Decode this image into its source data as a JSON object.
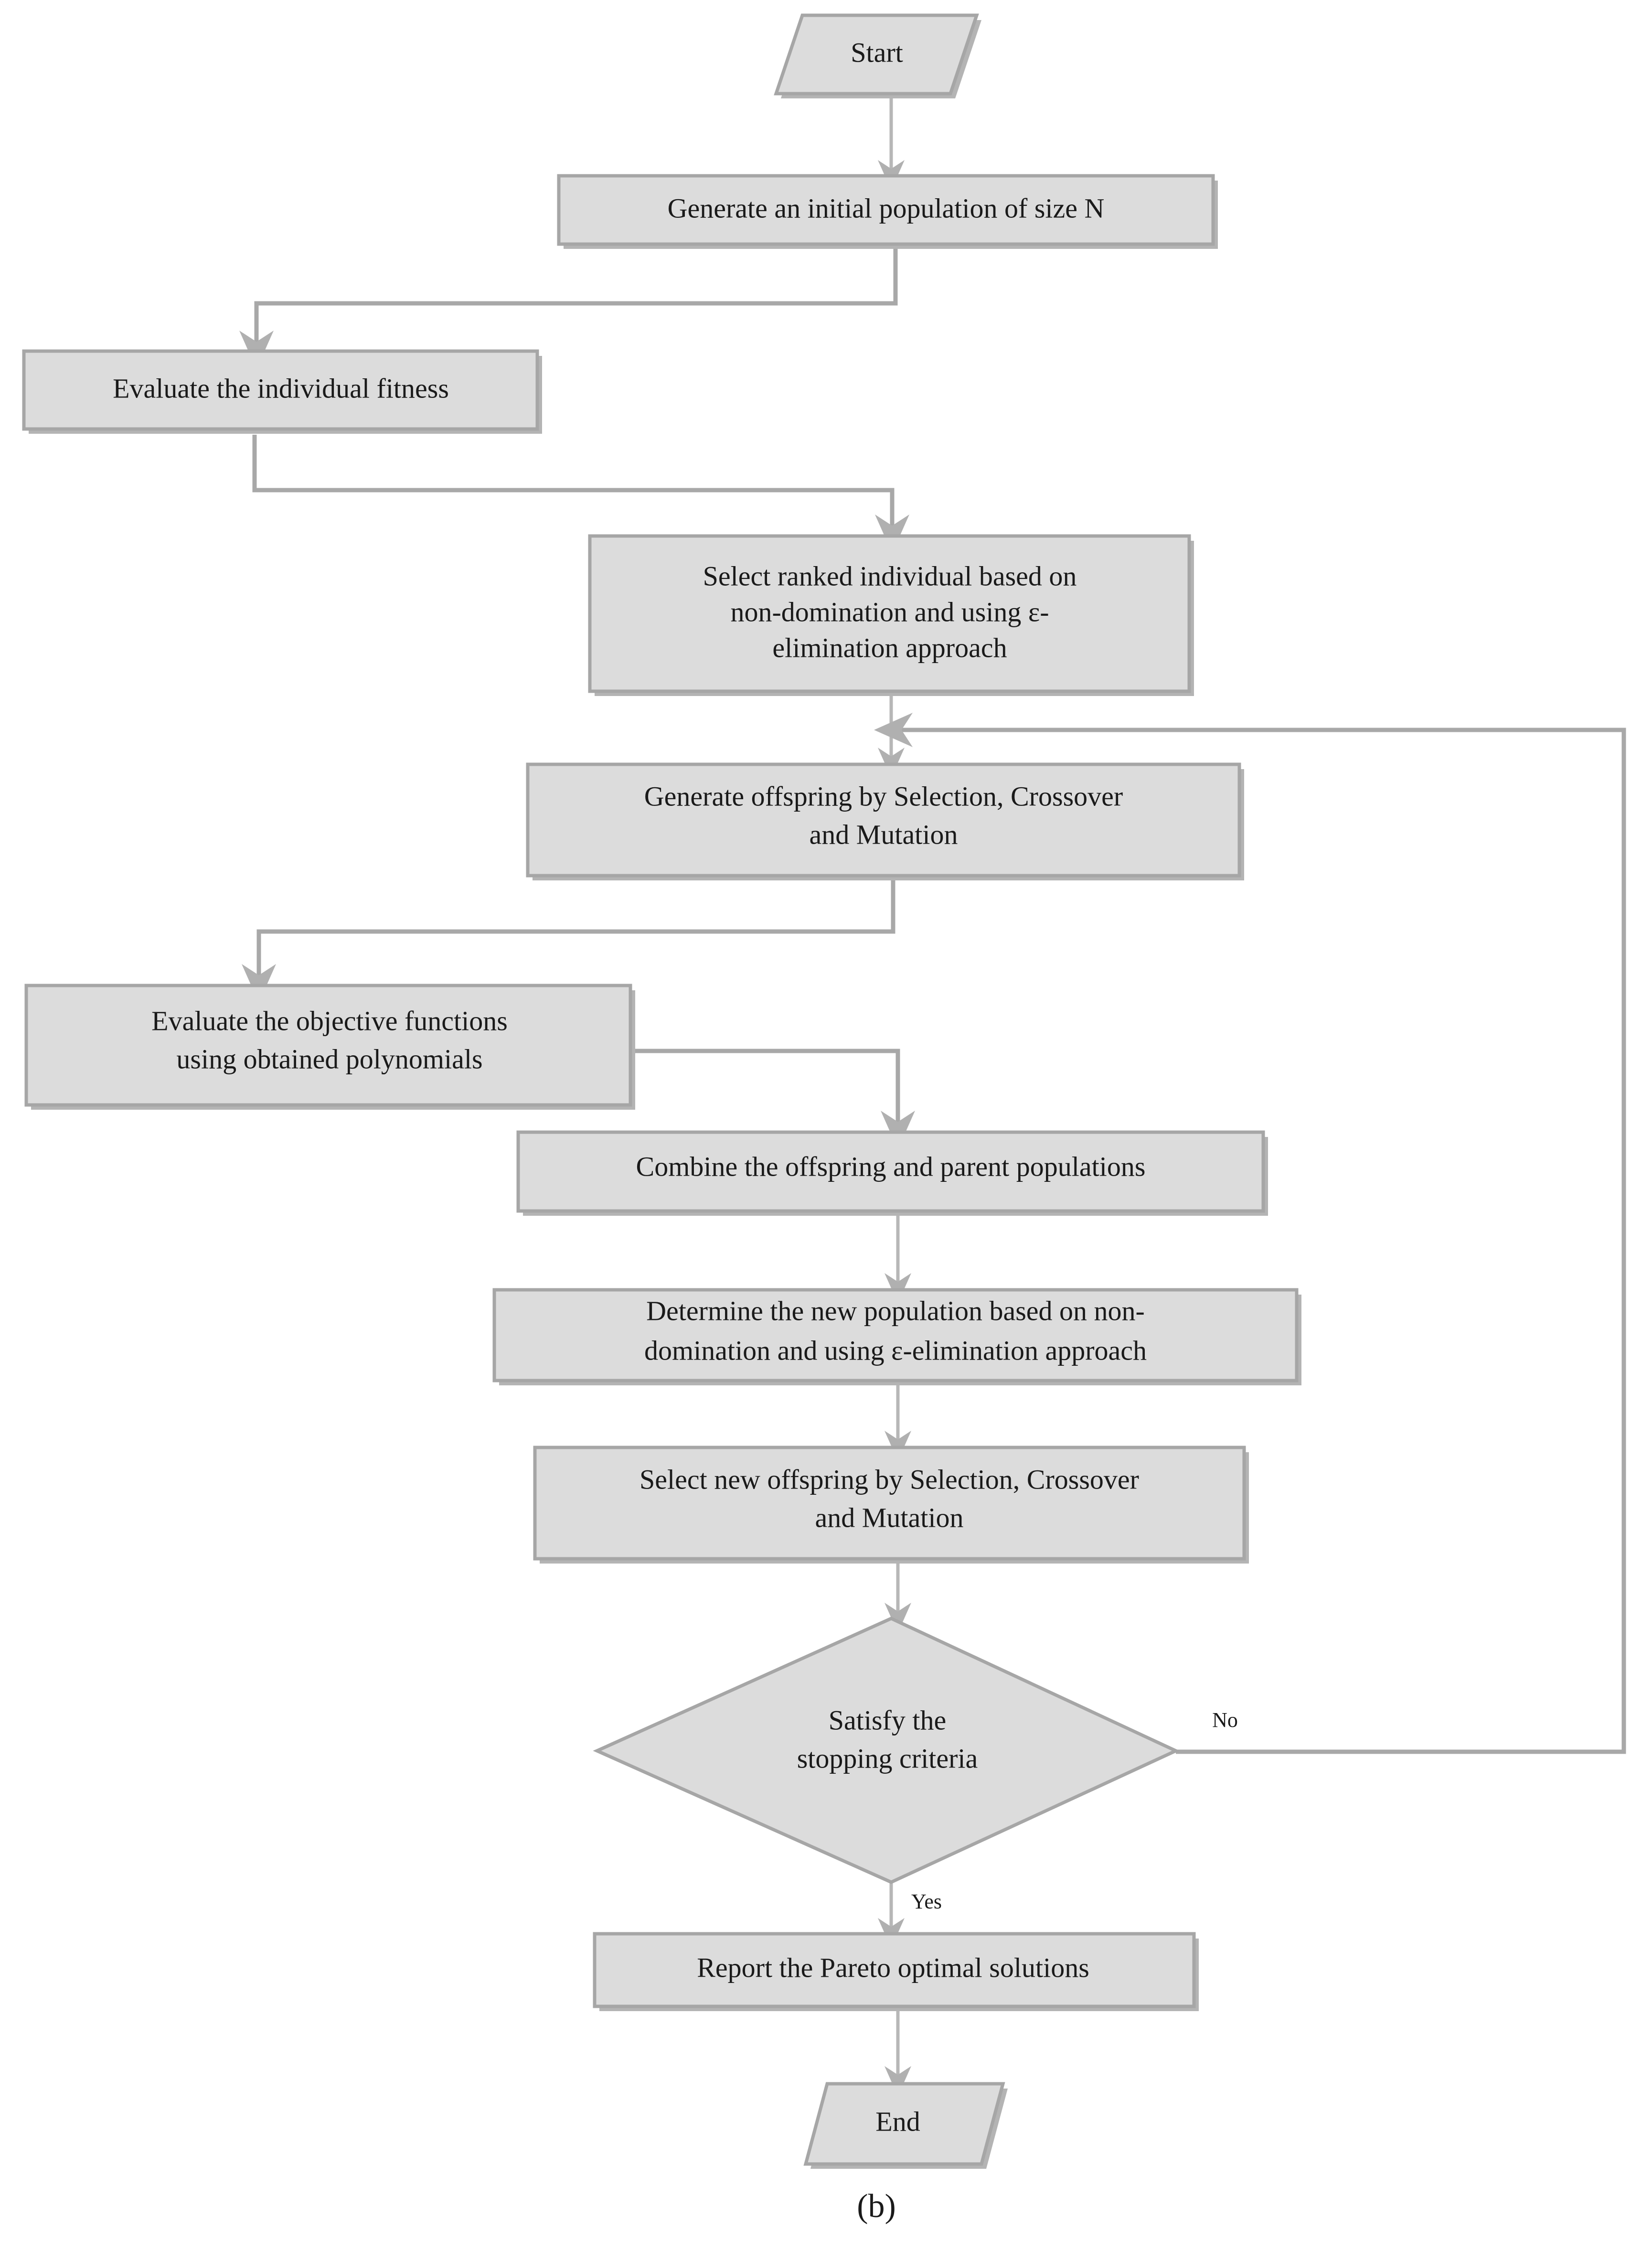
{
  "diagram": {
    "caption": "(b)",
    "colors": {
      "node_fill": "#dcdcdc",
      "node_stroke": "#a6a6a6",
      "node_shadow": "#b4b4b4",
      "connector": "#a8a8a8",
      "text": "#1a1a1a",
      "background": "#ffffff"
    },
    "nodes": {
      "start": {
        "label": "Start",
        "shape": "parallelogram"
      },
      "generate_population": {
        "label": "Generate an initial population of size N",
        "shape": "rectangle"
      },
      "evaluate_fitness": {
        "label": "Evaluate the individual fitness",
        "shape": "rectangle"
      },
      "select_ranked": {
        "shape": "rectangle",
        "line1": "Select ranked individual based on",
        "line2": "non-domination and using ε-",
        "line3": "elimination approach"
      },
      "generate_offspring": {
        "shape": "rectangle",
        "line1": "Generate offspring by Selection, Crossover",
        "line2": "and Mutation"
      },
      "evaluate_objectives": {
        "shape": "rectangle",
        "line1": "Evaluate the objective functions",
        "line2": "using obtained polynomials"
      },
      "combine_populations": {
        "label": "Combine the offspring and parent populations",
        "shape": "rectangle"
      },
      "determine_new_population": {
        "shape": "rectangle",
        "line1": "Determine the new population based on non-",
        "line2": "domination and using ε-elimination approach"
      },
      "select_new_offspring": {
        "shape": "rectangle",
        "line1": "Select new offspring by Selection, Crossover",
        "line2": "and Mutation"
      },
      "stopping_criteria": {
        "shape": "diamond",
        "line1": "Satisfy the",
        "line2": "stopping criteria"
      },
      "report_pareto": {
        "label": "Report the Pareto optimal solutions",
        "shape": "rectangle"
      },
      "end": {
        "label": "End",
        "shape": "parallelogram"
      }
    },
    "edge_labels": {
      "no": "No",
      "yes": "Yes"
    }
  }
}
